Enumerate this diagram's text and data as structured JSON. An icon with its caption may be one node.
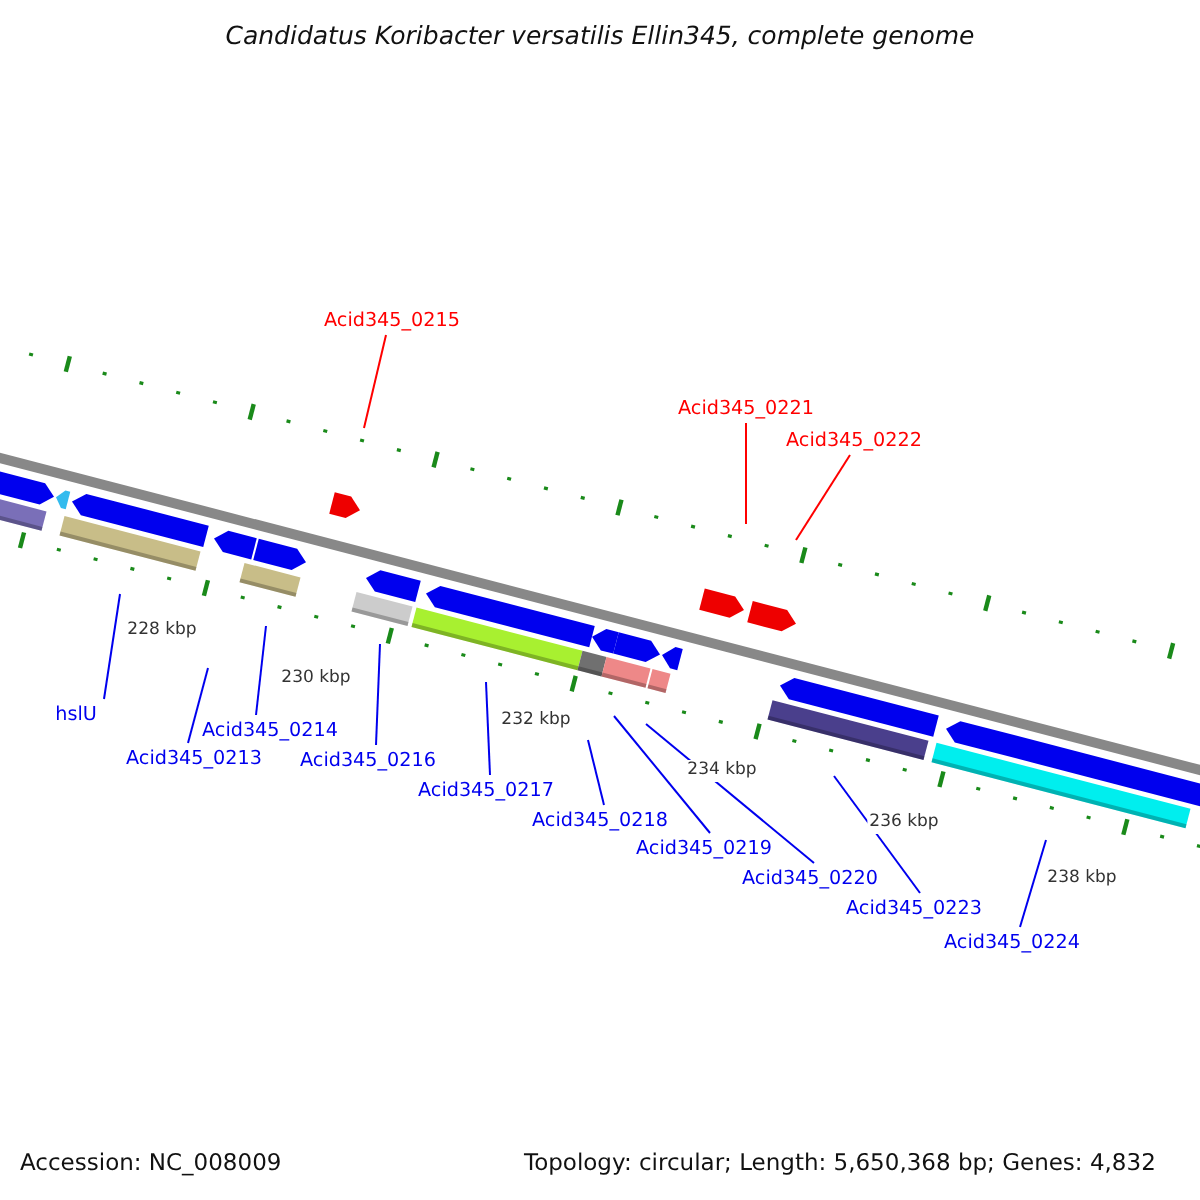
{
  "diagram": {
    "title": "Candidatus Koribacter versatilis Ellin345, complete genome",
    "nodes": [
      {
        "text": [
          "Acid345_0215"
        ]
      },
      {
        "text": [
          "Acid345_0221"
        ]
      },
      {
        "text": [
          "Acid345_0222"
        ]
      },
      {
        "text": [
          "hslU"
        ]
      },
      {
        "text": [
          "Acid345_0214"
        ]
      },
      {
        "text": [
          "Acid345_0213"
        ]
      },
      {
        "text": [
          "Acid345_0216"
        ]
      },
      {
        "text": [
          "Acid345_0217"
        ]
      },
      {
        "text": [
          "Acid345_0218"
        ]
      },
      {
        "text": [
          "Acid345_0219"
        ]
      },
      {
        "text": [
          "Acid345_0220"
        ]
      },
      {
        "text": [
          "Acid345_0223"
        ]
      },
      {
        "text": [
          "Acid345_0224"
        ]
      }
    ],
    "edges": [
      {
        "from": 0,
        "to": null,
        "arrow": "none",
        "color": "#ff0000"
      },
      {
        "from": 1,
        "to": null,
        "arrow": "none",
        "color": "#ff0000"
      },
      {
        "from": 2,
        "to": null,
        "arrow": "none",
        "color": "#ff0000"
      },
      {
        "from": 3,
        "to": null,
        "arrow": "none"
      },
      {
        "from": 4,
        "to": null,
        "arrow": "none"
      },
      {
        "from": 5,
        "to": null,
        "arrow": "none"
      },
      {
        "from": 6,
        "to": null,
        "arrow": "none"
      },
      {
        "from": 7,
        "to": null,
        "arrow": "none"
      },
      {
        "from": 8,
        "to": null,
        "arrow": "none"
      },
      {
        "from": 9,
        "to": null,
        "arrow": "none"
      },
      {
        "from": 10,
        "to": null,
        "arrow": "none"
      },
      {
        "from": 11,
        "to": null,
        "arrow": "none"
      },
      {
        "from": 12,
        "to": null,
        "arrow": "none"
      }
    ],
    "labels": [
      "228 kbp",
      "230 kbp",
      "232 kbp",
      "234 kbp",
      "236 kbp",
      "238 kbp",
      "Accession: NC_008009",
      "Topology: circular; Length: 5,650,368 bp; Genes: 4,832"
    ]
  }
}
